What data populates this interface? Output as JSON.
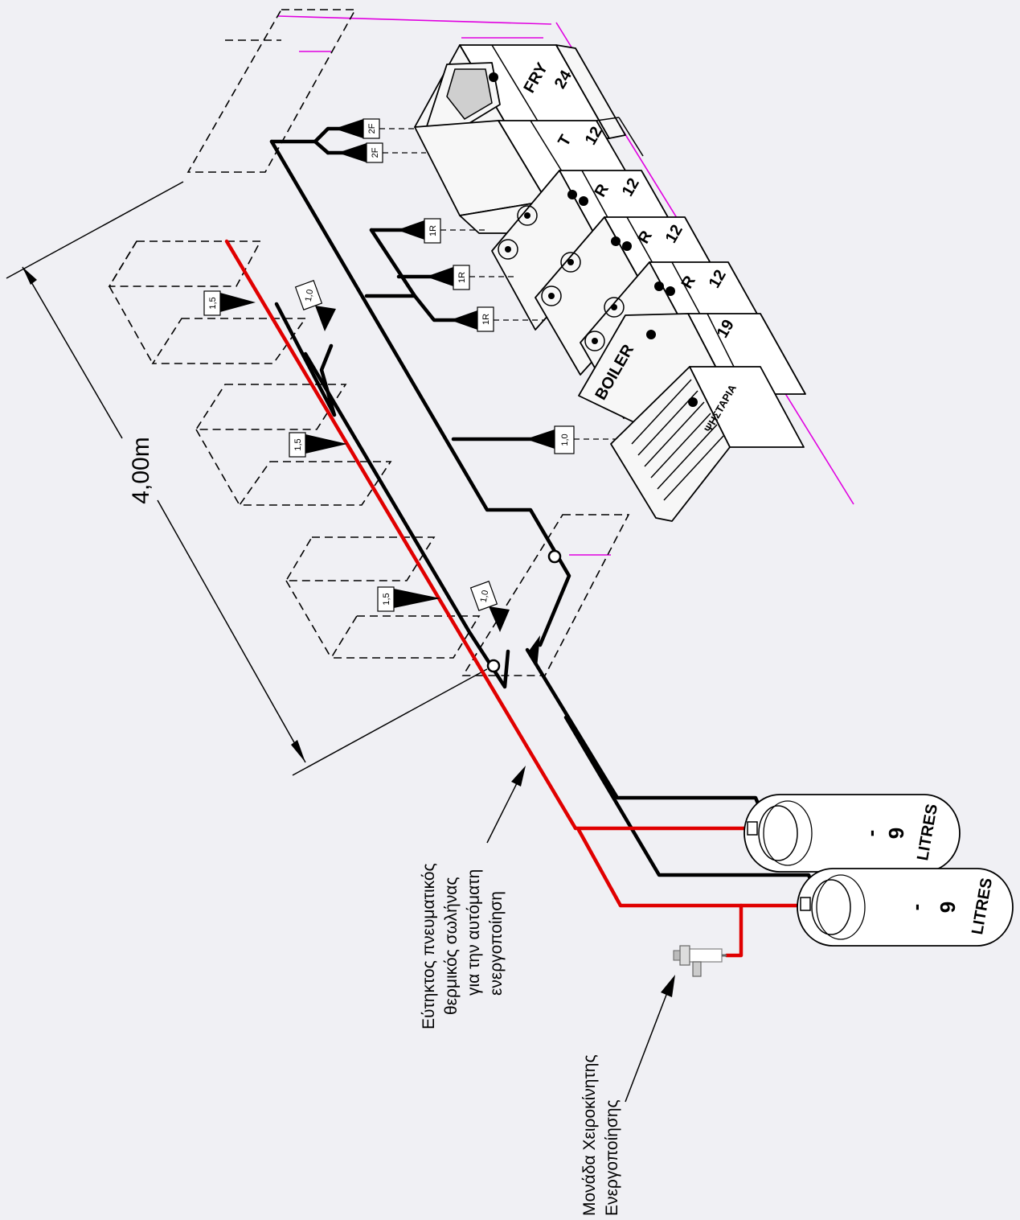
{
  "dimension": {
    "label": "4,00m"
  },
  "equipment": {
    "fryer": {
      "name": "FRY",
      "number": "24"
    },
    "top": {
      "name": "T",
      "number": "12"
    },
    "range1": {
      "name": "R",
      "number": "12"
    },
    "range2": {
      "name": "R",
      "number": "12"
    },
    "range3": {
      "name": "R",
      "number": "12"
    },
    "boiler": {
      "name": "BOILER",
      "number": "19"
    },
    "grill": {
      "name": "ΨΗΣΤΑΡΙΑ"
    }
  },
  "nozzles": {
    "fryer_a": "2F",
    "fryer_b": "2F",
    "range_a": "1R",
    "range_b": "1R",
    "range_c": "1R",
    "boiler": "1,0",
    "hood_1": "1,5",
    "hood_2": "1,5",
    "hood_3": "1,5",
    "duct_1": "1,0",
    "duct_2": "1,0"
  },
  "cylinders": [
    {
      "dash": "-",
      "volume": "9",
      "unit": "LITRES"
    },
    {
      "dash": "-",
      "volume": "9",
      "unit": "LITRES"
    }
  ],
  "notes": {
    "detector_line1": "Εύτηκτος πνευματικός",
    "detector_line2": "θερμικός σωλήνας",
    "detector_line3": "για την αυτόματη",
    "detector_line4": "ενεργοποίηση",
    "manual_line1": "Μονάδα Χειροκίνητης",
    "manual_line2": "Ενεργοποίησης"
  },
  "colors": {
    "agent_pipe": "#000000",
    "detection_pipe": "#e00000",
    "wall": "#e000e0"
  }
}
